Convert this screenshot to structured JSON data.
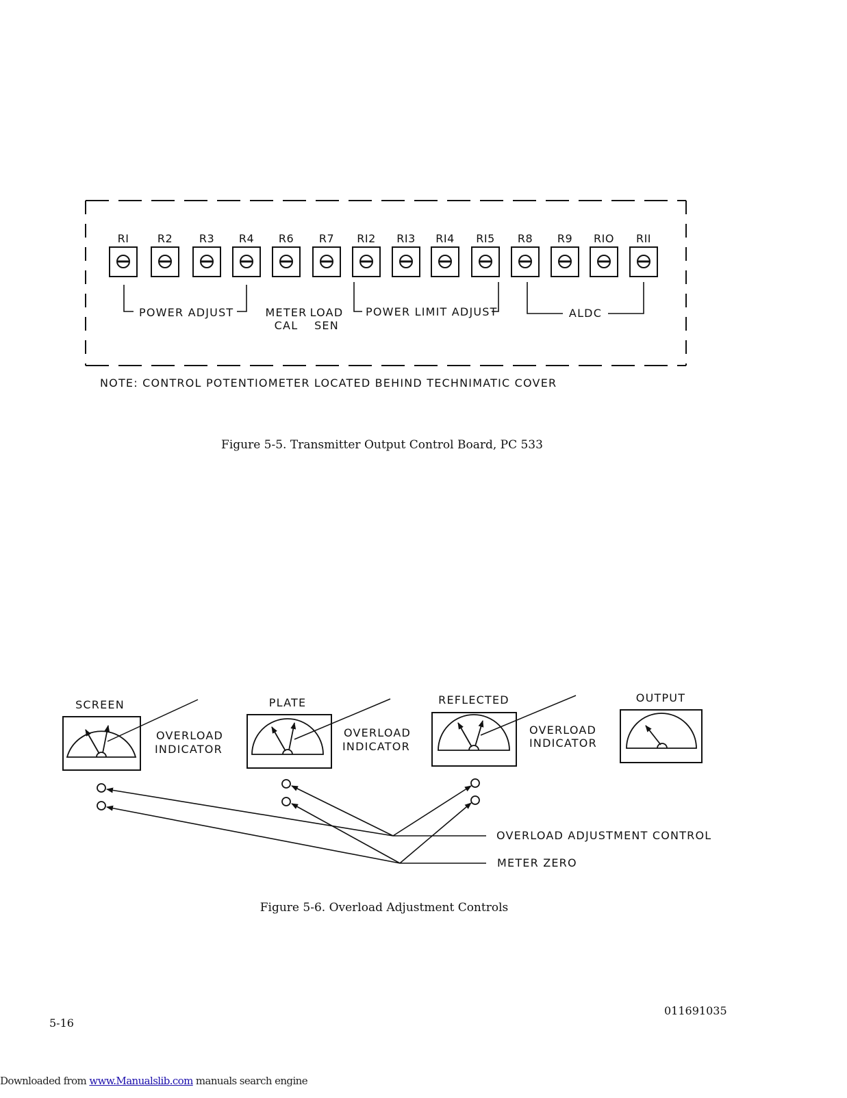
{
  "figure_5_5": {
    "resistors": [
      {
        "label": "RI"
      },
      {
        "label": "R2"
      },
      {
        "label": "R3"
      },
      {
        "label": "R4"
      },
      {
        "label": "R6"
      },
      {
        "label": "R7"
      },
      {
        "label": "RI2"
      },
      {
        "label": "RI3"
      },
      {
        "label": "RI4"
      },
      {
        "label": "RI5"
      },
      {
        "label": "R8"
      },
      {
        "label": "R9"
      },
      {
        "label": "RIO"
      },
      {
        "label": "RII"
      }
    ],
    "groups": {
      "power_adjust": "POWER ADJUST",
      "meter_cal_1": "METER",
      "meter_cal_2": "CAL",
      "load_sen_1": "LOAD",
      "load_sen_2": "SEN",
      "power_limit_adjust": "POWER LIMIT ADJUST",
      "aldc": "ALDC"
    },
    "note": "NOTE:  CONTROL POTENTIOMETER LOCATED BEHIND TECHNIMATIC COVER",
    "caption": "Figure 5-5.  Transmitter Output Control Board,  PC 533"
  },
  "figure_5_6": {
    "meters": [
      {
        "label": "SCREEN",
        "indicator_1": "OVERLOAD",
        "indicator_2": "INDICATOR"
      },
      {
        "label": "PLATE",
        "indicator_1": "OVERLOAD",
        "indicator_2": "INDICATOR"
      },
      {
        "label": "REFLECTED",
        "indicator_1": "OVERLOAD",
        "indicator_2": "INDICATOR"
      },
      {
        "label": "OUTPUT"
      }
    ],
    "callout_overload": "OVERLOAD ADJUSTMENT CONTROL",
    "callout_zero": "METER ZERO",
    "caption": "Figure 5-6.  Overload Adjustment Controls"
  },
  "page_number": "5-16",
  "doc_number": "011691035",
  "footer": {
    "prefix": "Downloaded from ",
    "link": "www.Manualslib.com",
    "suffix": "  manuals search engine"
  }
}
